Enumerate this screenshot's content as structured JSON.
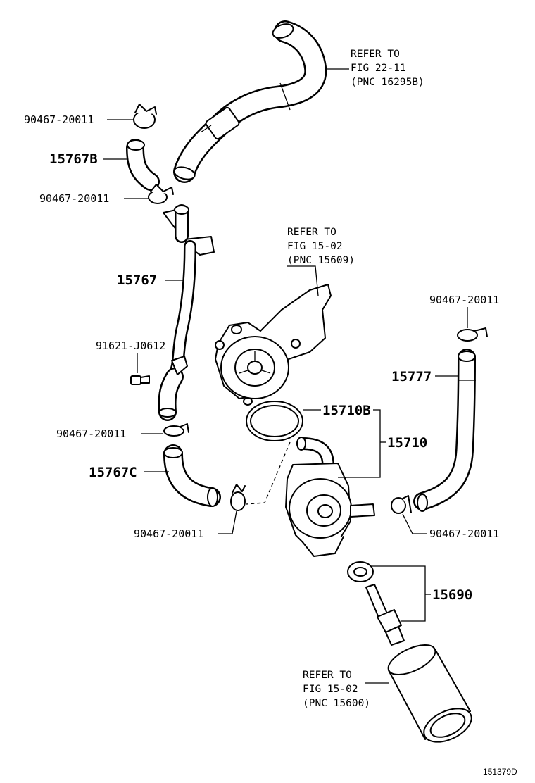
{
  "labels": {
    "clamp_top": "90467-20011",
    "hose_15767b": "15767B",
    "clamp_upper": "90467-20011",
    "pipe_15767": "15767",
    "bolt_91621": "91621-J0612",
    "clamp_mid": "90467-20011",
    "hose_15767c": "15767C",
    "clamp_lower": "90467-20011",
    "oring_15710b": "15710B",
    "cooler_15710": "15710",
    "clamp_right_top": "90467-20011",
    "hose_15777": "15777",
    "clamp_right_low": "90467-20011",
    "union_15690": "15690"
  },
  "refs": {
    "hose_ref": [
      "REFER TO",
      "FIG 22-11",
      "(PNC 16295B)"
    ],
    "pump_ref": [
      "REFER TO",
      "FIG 15-02",
      "(PNC 15609)"
    ],
    "filter_ref": [
      "REFER TO",
      "FIG 15-02",
      "(PNC 15600)"
    ]
  },
  "figure_id": "151379D"
}
